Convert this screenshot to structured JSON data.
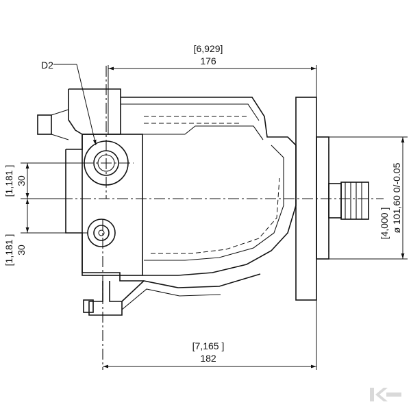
{
  "diagram": {
    "label_port": "D2",
    "dims": {
      "top_inch": "[6,929]",
      "top_mm": "176",
      "bottom_inch": "[7,165 ]",
      "bottom_mm": "182",
      "left_upper_inch": "[1,181 ]",
      "left_upper_mm": "30",
      "left_lower_inch": "[1,181 ]",
      "left_lower_mm": "30",
      "right_inch": "[4,000 ]",
      "right_mm": "ø 101,60  0/-0.05"
    },
    "watermark": "K"
  }
}
